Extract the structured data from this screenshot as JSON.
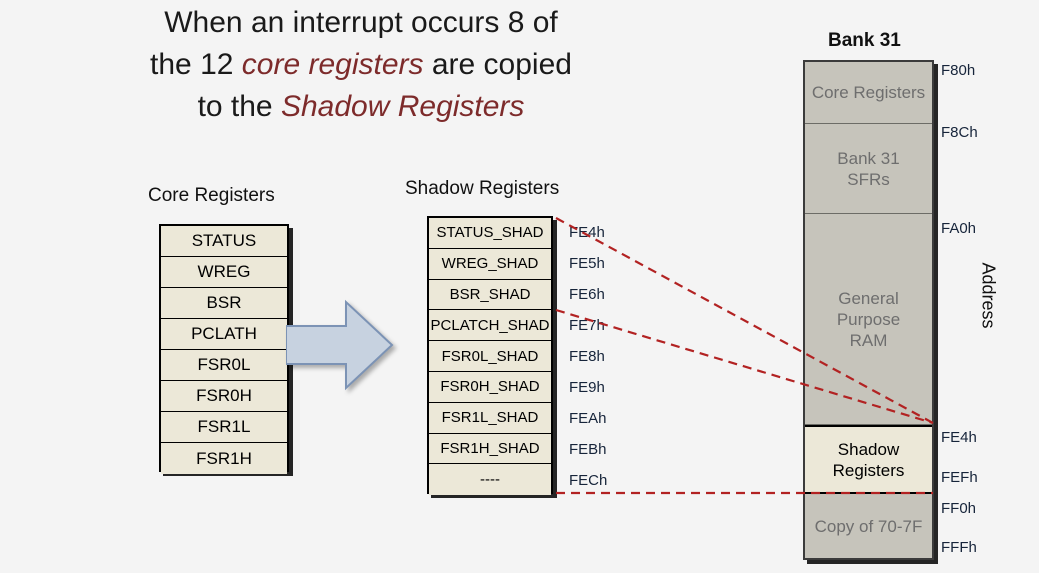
{
  "title": {
    "line1": "When an interrupt occurs 8 of",
    "line2_a": "the 12 ",
    "line2_em": "core registers",
    "line2_b": " are copied",
    "line3_a": "to the ",
    "line3_em": "Shadow Registers"
  },
  "core_panel": {
    "caption": "Core Registers",
    "rows": [
      "STATUS",
      "WREG",
      "BSR",
      "PCLATH",
      "FSR0L",
      "FSR0H",
      "FSR1L",
      "FSR1H"
    ]
  },
  "shadow_panel": {
    "caption": "Shadow Registers",
    "rows": [
      "STATUS_SHAD",
      "WREG_SHAD",
      "BSR_SHAD",
      "PCLATCH_SHAD",
      "FSR0L_SHAD",
      "FSR0H_SHAD",
      "FSR1L_SHAD",
      "FSR1H_SHAD",
      "----"
    ],
    "addresses": [
      "FE4h",
      "FE5h",
      "FE6h",
      "FE7h",
      "FE8h",
      "FE9h",
      "FEAh",
      "FEBh",
      "FECh"
    ]
  },
  "bank_panel": {
    "caption": "Bank 31",
    "axis_label": "Address",
    "cells": [
      {
        "label": "Core Registers",
        "highlighted": false
      },
      {
        "label": "Bank 31\nSFRs",
        "highlighted": false
      },
      {
        "label": "General\nPurpose\nRAM",
        "highlighted": false
      },
      {
        "label": "Shadow\nRegisters",
        "highlighted": true
      },
      {
        "label": "Copy of 70-7F",
        "highlighted": false
      }
    ],
    "addresses": [
      "F80h",
      "F8Ch",
      "FA0h",
      "FE4h",
      "FEFh",
      "FF0h",
      "FFFh"
    ]
  },
  "arrow": {
    "name": "copy-direction-arrow",
    "fill": "#c7d2e0",
    "stroke": "#7c93b5"
  },
  "connectors": {
    "color": "#b22222"
  },
  "colors": {
    "background": "#f4f4f4",
    "register_fill": "#ece8d8",
    "bank_fill": "#c6c4bb",
    "accent_red": "#7d2b2b"
  }
}
